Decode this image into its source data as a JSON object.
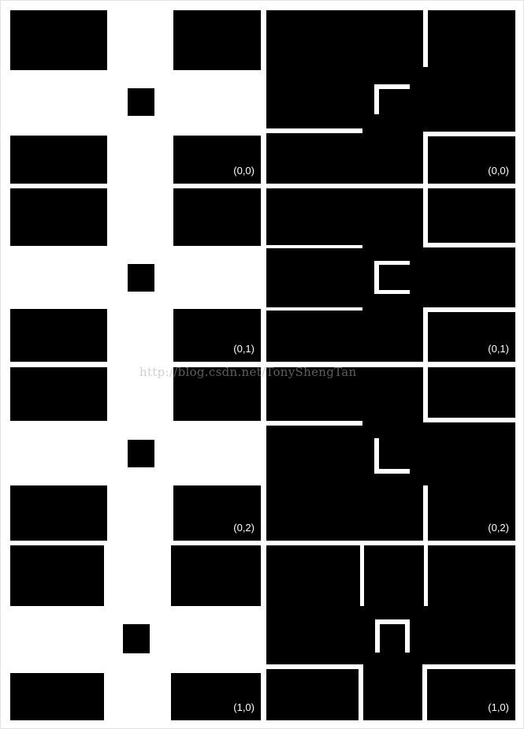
{
  "panels": {
    "row1": {
      "input_label": "(0,0)",
      "output_label": "(0,0)"
    },
    "row2": {
      "input_label": "(0,1)",
      "output_label": "(0,1)"
    },
    "row3": {
      "input_label": "(0,2)",
      "output_label": "(0,2)"
    },
    "row4": {
      "input_label": "(1,0)",
      "output_label": "(1,0)"
    }
  },
  "watermark": "http://blog.csdn.net/TonyShengTan",
  "colors": {
    "background": "#ffffff",
    "panel": "#000000",
    "foreground": "#ffffff"
  }
}
